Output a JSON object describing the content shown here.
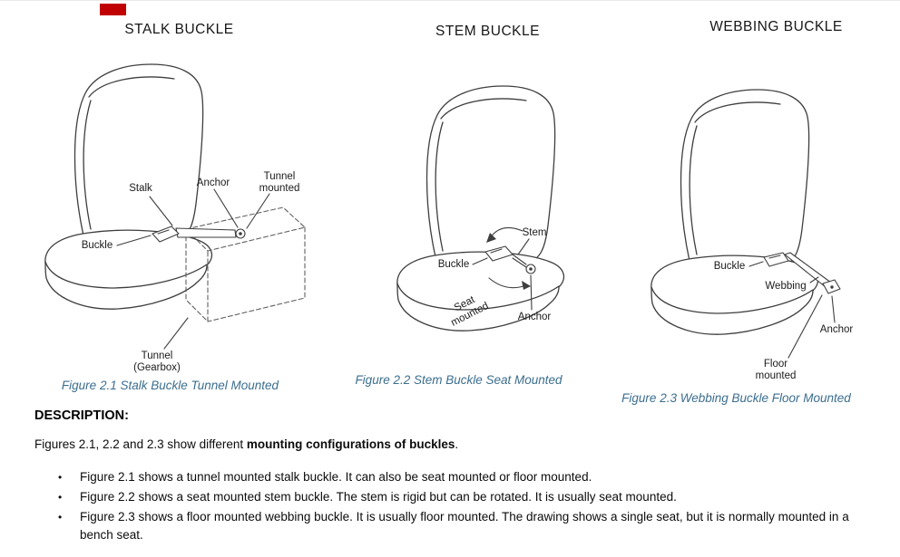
{
  "page": {
    "red_mark_color": "#c00000",
    "caption_color": "#3c6e8f"
  },
  "figures": [
    {
      "title": "STALK BUCKLE",
      "caption": "Figure 2.1 Stalk Buckle Tunnel Mounted",
      "labels": {
        "stalk": "Stalk",
        "anchor": "Anchor",
        "tunnel_mounted": [
          "Tunnel",
          "mounted"
        ],
        "buckle": "Buckle",
        "tunnel_gearbox": [
          "Tunnel",
          "(Gearbox)"
        ]
      }
    },
    {
      "title": "STEM BUCKLE",
      "caption": "Figure 2.2 Stem Buckle Seat Mounted",
      "labels": {
        "stem": "Stem",
        "buckle": "Buckle",
        "seat_mounted": [
          "Seat",
          "mounted"
        ],
        "anchor": "Anchor"
      }
    },
    {
      "title": "WEBBING BUCKLE",
      "caption": "Figure 2.3 Webbing Buckle Floor Mounted",
      "labels": {
        "buckle": "Buckle",
        "webbing": "Webbing",
        "anchor": "Anchor",
        "floor_mounted": [
          "Floor",
          "mounted"
        ]
      }
    }
  ],
  "description": {
    "heading": "DESCRIPTION:",
    "intro": {
      "prefix": "Figures 2.1, 2.2 and 2.3 show different ",
      "bold": "mounting configurations of buckles",
      "suffix": "."
    },
    "bullets": [
      "Figure 2.1 shows a tunnel mounted stalk buckle. It can also be seat mounted or floor mounted.",
      "Figure 2.2 shows a seat mounted stem buckle. The stem is rigid but can be rotated. It is usually seat mounted.",
      "Figure 2.3 shows a floor mounted webbing buckle. It is usually floor mounted. The drawing shows a single seat, but it is normally mounted in a bench seat."
    ]
  }
}
